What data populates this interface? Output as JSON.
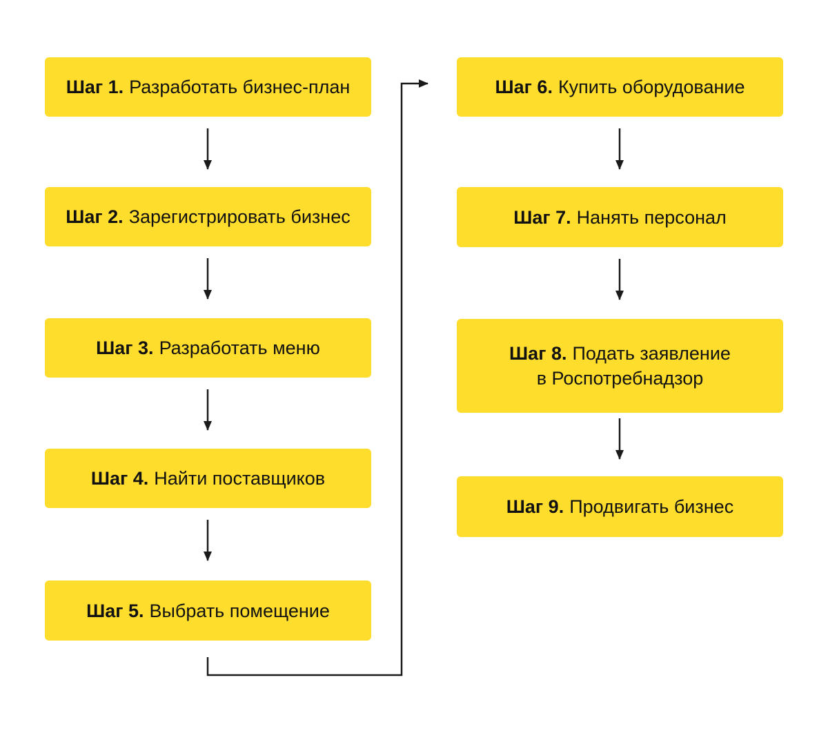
{
  "title": "Business launch steps flowchart",
  "colors": {
    "box_fill": "#FFDD2D",
    "text": "#111111",
    "arrow": "#1a1a1a",
    "background": "#ffffff"
  },
  "steps": [
    {
      "prefix": "Шаг 1.",
      "text": "Разработать бизнес-план"
    },
    {
      "prefix": "Шаг 2.",
      "text": "Зарегистрировать бизнес"
    },
    {
      "prefix": "Шаг 3.",
      "text": "Разработать меню"
    },
    {
      "prefix": "Шаг 4.",
      "text": "Найти поставщиков"
    },
    {
      "prefix": "Шаг 5.",
      "text": "Выбрать помещение"
    },
    {
      "prefix": "Шаг 6.",
      "text": "Купить оборудование"
    },
    {
      "prefix": "Шаг 7.",
      "text": "Нанять персонал"
    },
    {
      "prefix": "Шаг 8.",
      "text": "Подать заявление",
      "text2": "в Роспотребнадзор"
    },
    {
      "prefix": "Шаг 9.",
      "text": "Продвигать бизнес"
    }
  ]
}
